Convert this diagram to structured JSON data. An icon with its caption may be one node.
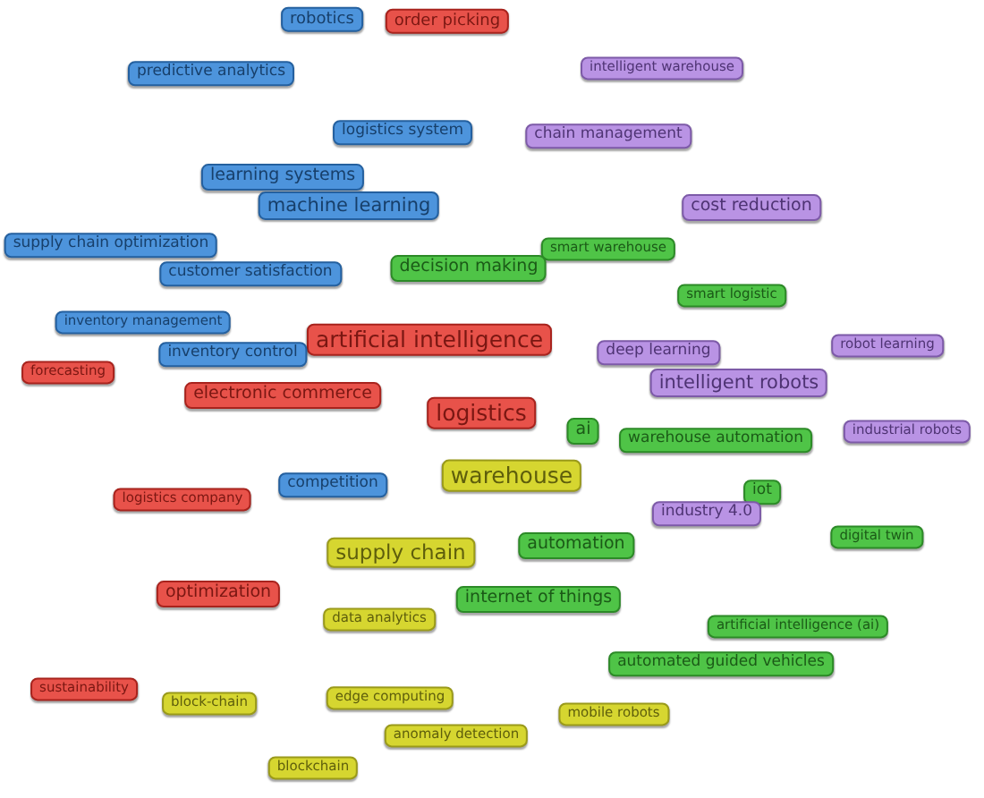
{
  "diagram": {
    "nodes": [
      {
        "text": [
          "robotics"
        ]
      },
      {
        "text": [
          "order picking"
        ]
      },
      {
        "text": [
          "intelligent warehouse"
        ]
      },
      {
        "text": [
          "predictive analytics"
        ]
      },
      {
        "text": [
          "logistics system"
        ]
      },
      {
        "text": [
          "chain management"
        ]
      },
      {
        "text": [
          "learning systems"
        ]
      },
      {
        "text": [
          "cost reduction"
        ]
      },
      {
        "text": [
          "machine learning"
        ]
      },
      {
        "text": [
          "supply chain optimization"
        ]
      },
      {
        "text": [
          "smart warehouse"
        ]
      },
      {
        "text": [
          "decision making"
        ]
      },
      {
        "text": [
          "customer satisfaction"
        ]
      },
      {
        "text": [
          "smart logistic"
        ]
      },
      {
        "text": [
          "inventory management"
        ]
      },
      {
        "text": [
          "artificial intelligence"
        ]
      },
      {
        "text": [
          "robot learning"
        ]
      },
      {
        "text": [
          "deep learning"
        ]
      },
      {
        "text": [
          "inventory control"
        ]
      },
      {
        "text": [
          "forecasting"
        ]
      },
      {
        "text": [
          "intelligent robots"
        ]
      },
      {
        "text": [
          "electronic commerce"
        ]
      },
      {
        "text": [
          "logistics"
        ]
      },
      {
        "text": [
          "ai"
        ]
      },
      {
        "text": [
          "warehouse automation"
        ]
      },
      {
        "text": [
          "industrial robots"
        ]
      },
      {
        "text": [
          "warehouse"
        ]
      },
      {
        "text": [
          "competition"
        ]
      },
      {
        "text": [
          "iot"
        ]
      },
      {
        "text": [
          "logistics company"
        ]
      },
      {
        "text": [
          "industry 4.0"
        ]
      },
      {
        "text": [
          "automation"
        ]
      },
      {
        "text": [
          "digital twin"
        ]
      },
      {
        "text": [
          "supply chain"
        ]
      },
      {
        "text": [
          "optimization"
        ]
      },
      {
        "text": [
          "internet of things"
        ]
      },
      {
        "text": [
          "data analytics"
        ]
      },
      {
        "text": [
          "artificial intelligence (ai)"
        ]
      },
      {
        "text": [
          "automated guided vehicles"
        ]
      },
      {
        "text": [
          "sustainability"
        ]
      },
      {
        "text": [
          "edge computing"
        ]
      },
      {
        "text": [
          "block-chain"
        ]
      },
      {
        "text": [
          "mobile robots"
        ]
      },
      {
        "text": [
          "anomaly detection"
        ]
      },
      {
        "text": [
          "blockchain"
        ]
      }
    ]
  }
}
